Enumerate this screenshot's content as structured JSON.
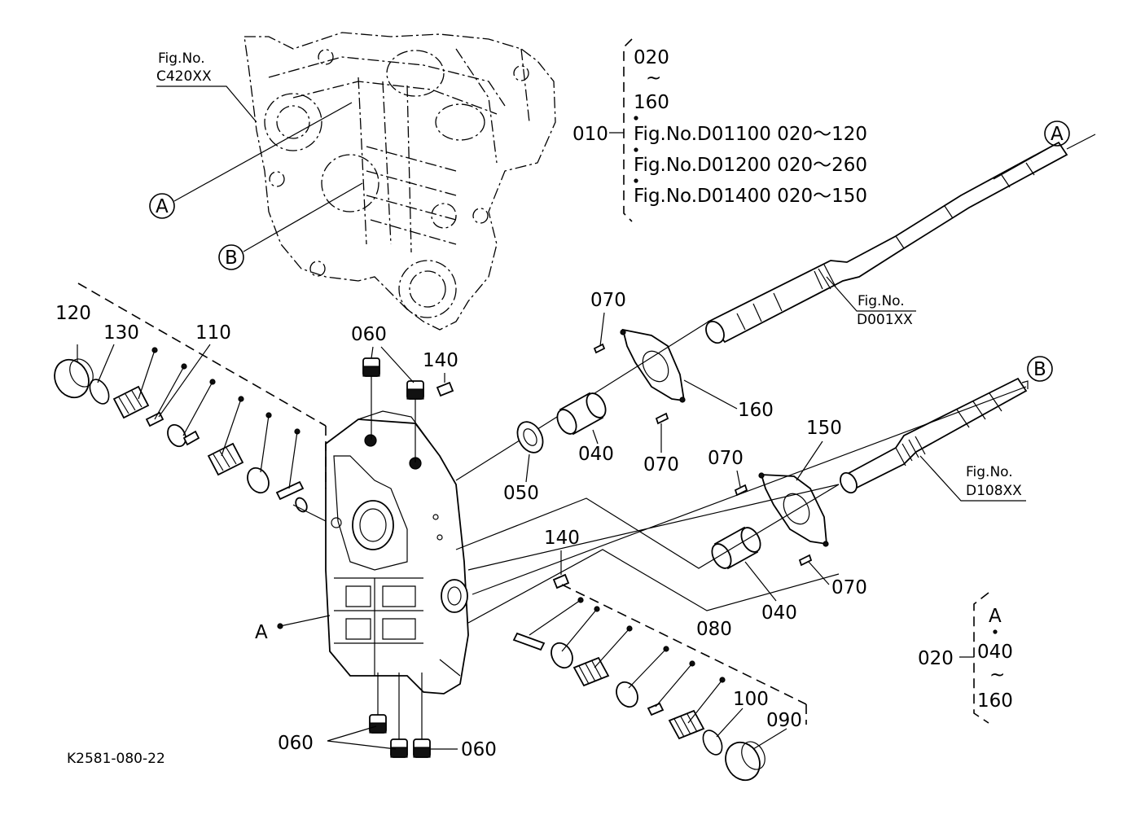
{
  "diagram_id": "K2581-080-22",
  "ref_c420": {
    "line1": "Fig.No.",
    "line2": "C420XX"
  },
  "ref_d001": {
    "line1": "Fig.No.",
    "line2": "D001XX"
  },
  "ref_d108": {
    "line1": "Fig.No.",
    "line2": "D108XX"
  },
  "group_010": {
    "num": "010",
    "range_top": "020",
    "range_tilde": "~",
    "range_bottom": "160",
    "refs": [
      "Fig.No.D01100  020～120",
      "Fig.No.D01200  020～260",
      "Fig.No.D01400  020～150"
    ]
  },
  "group_020": {
    "num": "020",
    "a": "A",
    "from": "040",
    "tilde": "~",
    "to": "160"
  },
  "parts": {
    "p120": "120",
    "p130": "130",
    "p110": "110",
    "p060a": "060",
    "p140a": "140",
    "p070a": "070",
    "p160": "160",
    "p040a": "040",
    "p050": "050",
    "p070b": "070",
    "p150": "150",
    "p070c": "070",
    "p070d": "070",
    "p040b": "040",
    "p140b": "140",
    "p080": "080",
    "p100": "100",
    "p090": "090",
    "p060b": "060",
    "p060c": "060",
    "pA": "A"
  },
  "callouts": {
    "a1": "A",
    "b1": "B",
    "a2": "A",
    "b2": "B"
  }
}
